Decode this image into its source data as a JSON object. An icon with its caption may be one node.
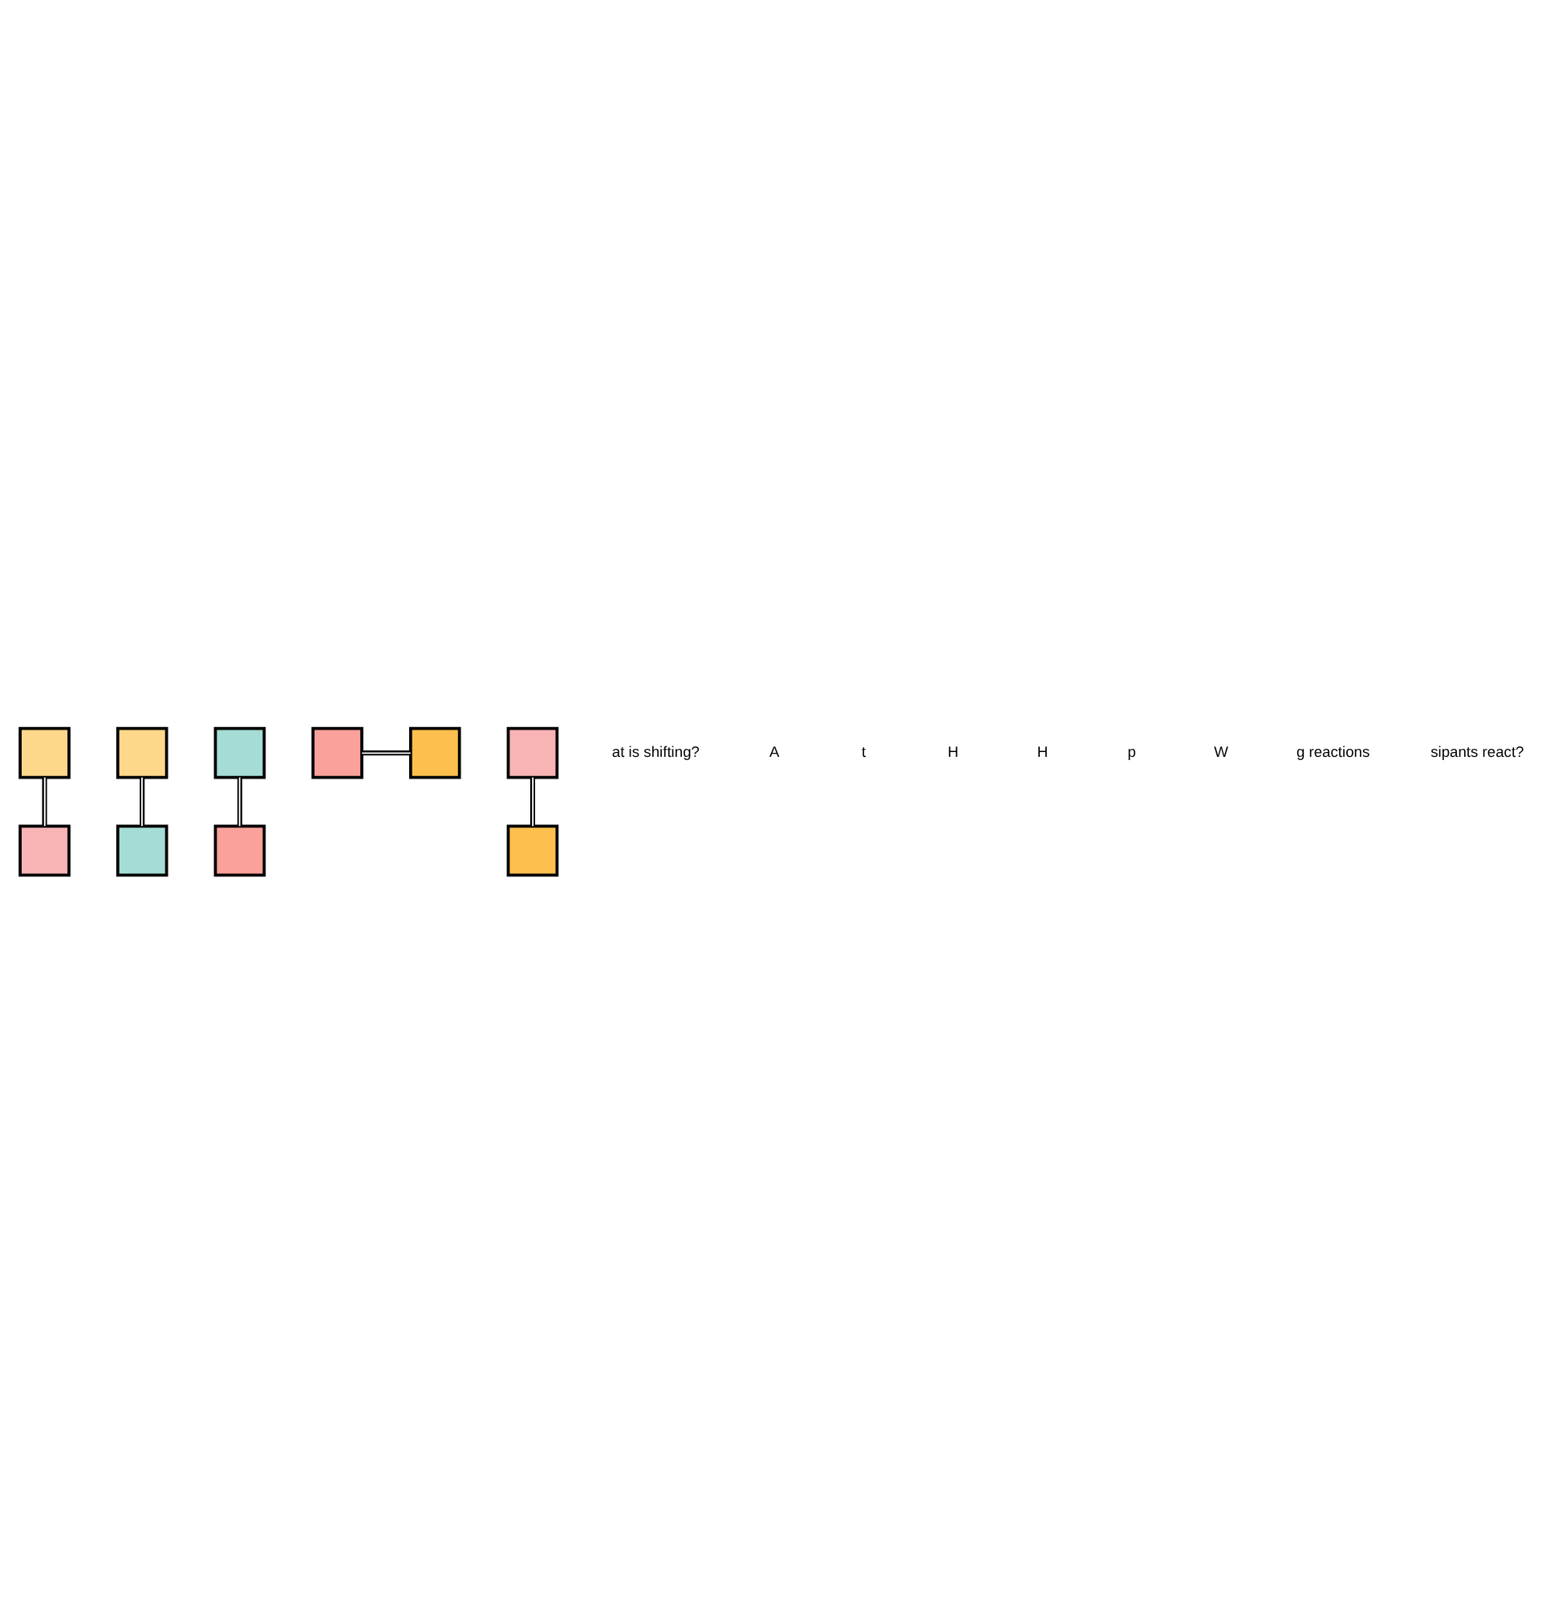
{
  "diagram": {
    "nodes": [
      {
        "text": [],
        "shape": "box"
      },
      {
        "text": [],
        "shape": "box"
      },
      {
        "text": [],
        "shape": "box"
      },
      {
        "text": [],
        "shape": "box"
      },
      {
        "text": [],
        "shape": "box"
      },
      {
        "text": [],
        "shape": "box"
      },
      {
        "text": [],
        "shape": "box"
      },
      {
        "text": [],
        "shape": "box"
      },
      {
        "text": [],
        "shape": "box"
      },
      {
        "text": [],
        "shape": "box"
      }
    ],
    "edges": [
      {
        "from": 1,
        "to": 2,
        "arrow": "none"
      },
      {
        "from": 3,
        "to": 4,
        "arrow": "none"
      },
      {
        "from": 5,
        "to": 6,
        "arrow": "none"
      },
      {
        "from": 7,
        "to": 8,
        "arrow": "none"
      },
      {
        "from": 9,
        "to": 0,
        "arrow": "none"
      }
    ],
    "labels": [
      "at is shifting?",
      "A",
      "t",
      "H",
      "H",
      "p",
      "W",
      "g reactions",
      "sipants react?"
    ]
  }
}
